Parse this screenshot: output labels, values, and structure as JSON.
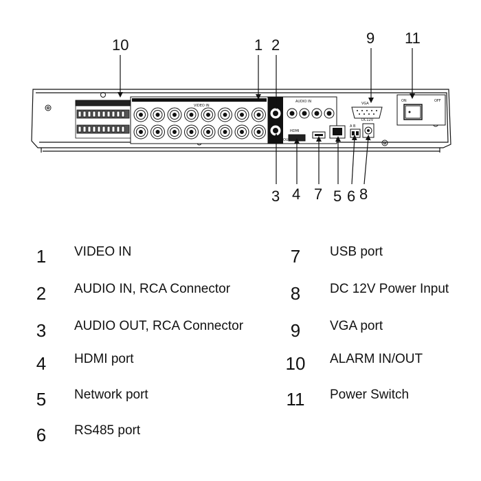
{
  "panel_labels": {
    "video_in": "VIDEO IN",
    "audio_in": "AUDIO IN",
    "audio_out": "AUDIO OUT",
    "hdmi": "HDMI",
    "vga": "VGA",
    "on": "ON",
    "off": "OFF",
    "ab": "A B",
    "dc": "DC12V"
  },
  "callouts": {
    "c10": "10",
    "c1": "1",
    "c2": "2",
    "c9": "9",
    "c11": "11",
    "c3": "3",
    "c4": "4",
    "c7": "7",
    "c5": "5",
    "c6": "6",
    "c8": "8"
  },
  "legend": [
    {
      "num": "1",
      "text": "VIDEO IN"
    },
    {
      "num": "2",
      "text": "AUDIO IN, RCA Connector"
    },
    {
      "num": "3",
      "text": "AUDIO OUT, RCA Connector"
    },
    {
      "num": "4",
      "text": "HDMI port"
    },
    {
      "num": "5",
      "text": "Network port"
    },
    {
      "num": "6",
      "text": "RS485 port"
    },
    {
      "num": "7",
      "text": "USB port"
    },
    {
      "num": "8",
      "text": "DC 12V Power Input"
    },
    {
      "num": "9",
      "text": "VGA port"
    },
    {
      "num": "10",
      "text": "ALARM IN/OUT"
    },
    {
      "num": "11",
      "text": "Power Switch"
    }
  ]
}
